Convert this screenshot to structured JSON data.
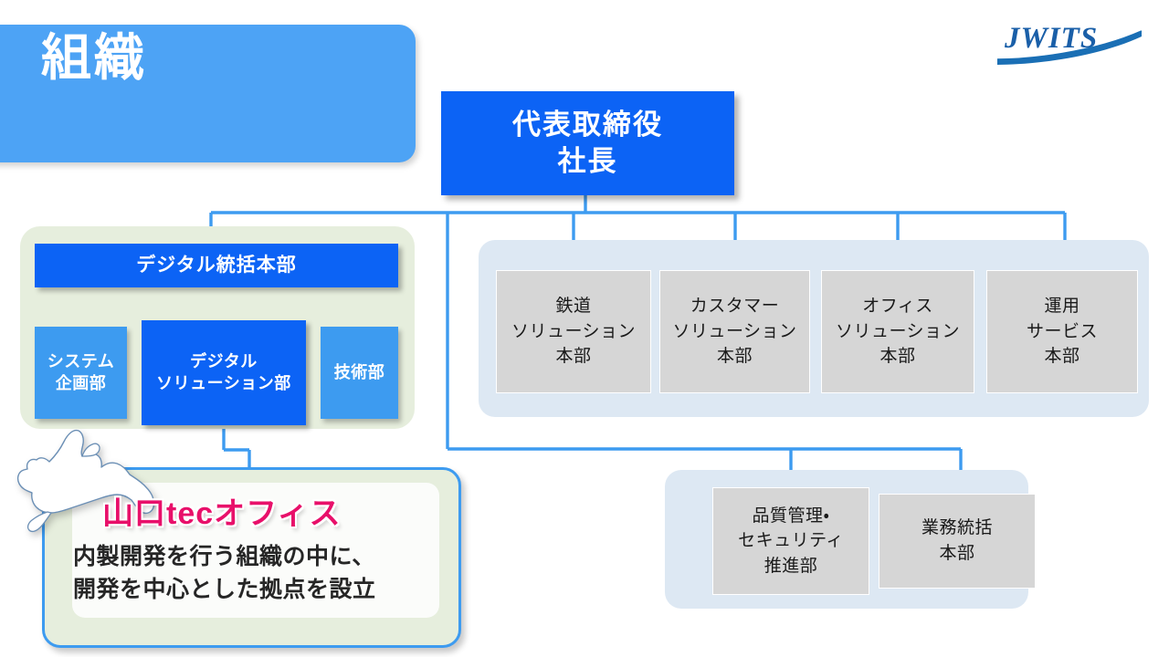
{
  "page": {
    "title": "組織",
    "logo_text": "JWITS",
    "background": "#ffffff"
  },
  "colors": {
    "title_banner": "#4da3f5",
    "primary_blue": "#0c63f5",
    "light_blue": "#3d9bf0",
    "connector_blue": "#3d9bf0",
    "group_green": "#e6eedd",
    "group_blue": "#dde8f3",
    "gray_box": "#d6d6d6",
    "accent_pink": "#e8106a",
    "logo_blue": "#1a5fa8"
  },
  "chart_data": {
    "type": "diagram",
    "title": "組織",
    "root": {
      "label": "代表取締役\n社長",
      "line1": "代表取締役",
      "line2": "社長"
    },
    "groups": [
      {
        "name": "digital-group",
        "style": "green",
        "head": {
          "label": "デジタル統括本部"
        },
        "children": [
          {
            "label": "システム\n企画部",
            "line1": "システム",
            "line2": "企画部",
            "style": "light-blue"
          },
          {
            "label": "デジタル\nソリューション部",
            "line1": "デジタル",
            "line2": "ソリューション部",
            "style": "dark-blue"
          },
          {
            "label": "技術部",
            "line1": "技術部",
            "line2": "",
            "style": "light-blue"
          }
        ]
      },
      {
        "name": "solutions-group",
        "style": "blue-panel",
        "children": [
          {
            "label": "鉄道\nソリューション\n本部",
            "line1": "鉄道",
            "line2": "ソリューション",
            "line3": "本部",
            "style": "gray"
          },
          {
            "label": "カスタマー\nソリューション\n本部",
            "line1": "カスタマー",
            "line2": "ソリューション",
            "line3": "本部",
            "style": "gray"
          },
          {
            "label": "オフィス\nソリューション\n本部",
            "line1": "オフィス",
            "line2": "ソリューション",
            "line3": "本部",
            "style": "gray"
          },
          {
            "label": "運用\nサービス\n本部",
            "line1": "運用",
            "line2": "サービス",
            "line3": "本部",
            "style": "gray"
          }
        ]
      },
      {
        "name": "corporate-group",
        "style": "blue-panel",
        "children": [
          {
            "label": "品質管理・\nセキュリティ\n推進部",
            "line1": "品質管理・",
            "line2": "セキュリティ",
            "line3": "推進部",
            "style": "gray"
          },
          {
            "label": "業務統括\n本部",
            "line1": "業務統括",
            "line2": "本部",
            "line3": "",
            "style": "gray"
          }
        ]
      }
    ]
  },
  "callout": {
    "title": "山口tecオフィス",
    "body": "内製開発を行う組織の中に、\n開発を中心とした拠点を設立",
    "map_name": "yamaguchi-prefecture-map"
  }
}
